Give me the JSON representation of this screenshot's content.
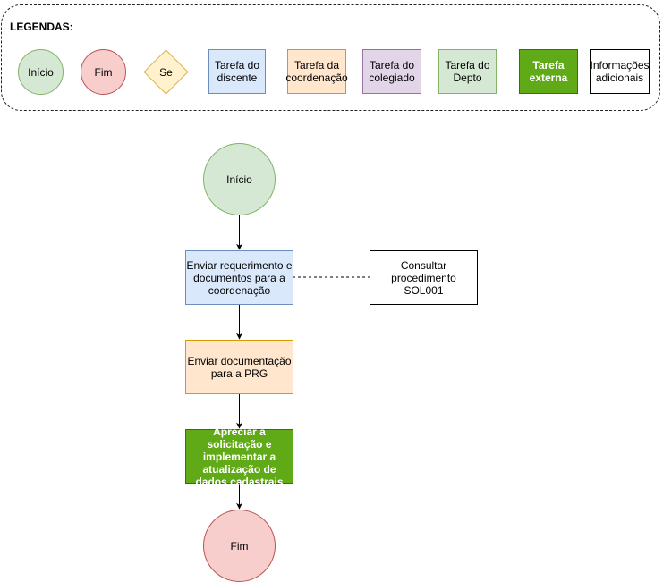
{
  "legend": {
    "title": "LEGENDAS:",
    "inicio": "Início",
    "fim": "Fim",
    "se": "Se",
    "discente": "Tarefa do discente",
    "coordenacao": "Tarefa da coordenação",
    "colegiado": "Tarefa do colegiado",
    "depto": "Tarefa do Depto",
    "externa": "Tarefa externa",
    "info": "Informações adicionais"
  },
  "flow": {
    "start": "Início",
    "step1": "Enviar requerimento e documentos para a coordenação",
    "note1": "Consultar procedimento SOL001",
    "step2": "Enviar documentação para a PRG",
    "step3": "Apreciar a solicitação e implementar a atualização de dados cadastrais",
    "end": "Fim"
  },
  "colors": {
    "start_fill": "#d5e8d4",
    "end_fill": "#f8cecc",
    "decision_fill": "#fff2cc",
    "discente_fill": "#dae8fc",
    "coordenacao_fill": "#ffe6cc",
    "colegiado_fill": "#e1d5e7",
    "depto_fill": "#d5e8d4",
    "externa_fill": "#60a917"
  }
}
